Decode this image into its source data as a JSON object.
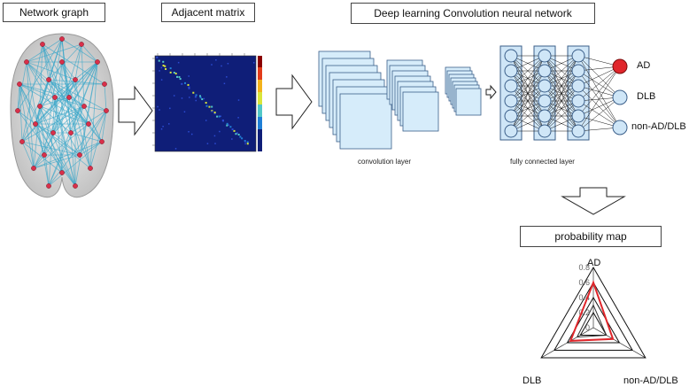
{
  "labels": {
    "network_graph": "Network graph",
    "adjacent_matrix": "Adjacent matrix",
    "cnn_title": "Deep learning Convolution neural network",
    "convolution_layer": "convolution layer",
    "fully_connected_layer": "fully connected layer",
    "probability_map": "probability map"
  },
  "outputs": [
    {
      "label": "AD",
      "highlight": true
    },
    {
      "label": "DLB",
      "highlight": false
    },
    {
      "label": "non-AD/DLB",
      "highlight": false
    }
  ],
  "colors": {
    "edge": "#3aa6c9",
    "node": "#d9304a",
    "layer_fill": "#d6ecfa",
    "layer_stroke": "#3b5f8a",
    "highlight": "#e0262b",
    "matrix_bg": "#0f1e78"
  },
  "chart_data": {
    "type": "radar",
    "axes": [
      "AD",
      "DLB",
      "non-AD/DLB"
    ],
    "tick_labels": [
      "0",
      "0.2",
      "0.4",
      "0.6",
      "0.8"
    ],
    "range": [
      0,
      0.8
    ],
    "series": [
      {
        "values": [
          0.6,
          0.35,
          0.3
        ],
        "color": "#e0262b"
      },
      {
        "values": [
          0.3,
          0.25,
          0.2
        ],
        "color": "#333333"
      }
    ]
  }
}
